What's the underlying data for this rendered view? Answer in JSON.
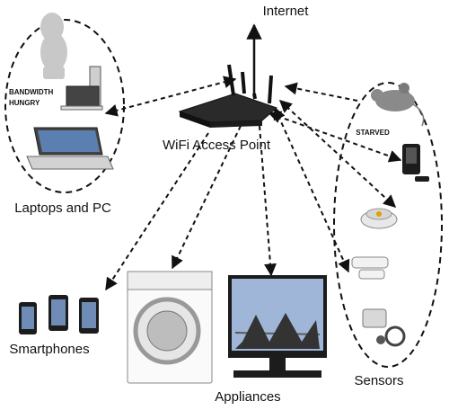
{
  "labels": {
    "internet": "Internet",
    "access_point": "WiFi Access Point",
    "laptops": "Laptops and PC",
    "bandwidth_hungry": [
      "BANDWIDTH",
      "HUNGRY"
    ],
    "smartphones": "Smartphones",
    "appliances": "Appliances",
    "sensors": "Sensors",
    "starved": "STARVED"
  },
  "colors": {
    "stroke": "#111111",
    "device_gray": "#bdbdbd",
    "screen_blue": "#5b7fb0",
    "tv_screen": "#9fb6d8"
  },
  "icons": [
    "router-icon",
    "creature-icon",
    "desktop-pc-icon",
    "laptop-icon",
    "smartphone-icon",
    "washing-machine-icon",
    "television-icon",
    "mouse-icon",
    "sensor-icon",
    "smoke-detector-icon",
    "door-sensor-icon",
    "meter-sensor-icon"
  ]
}
